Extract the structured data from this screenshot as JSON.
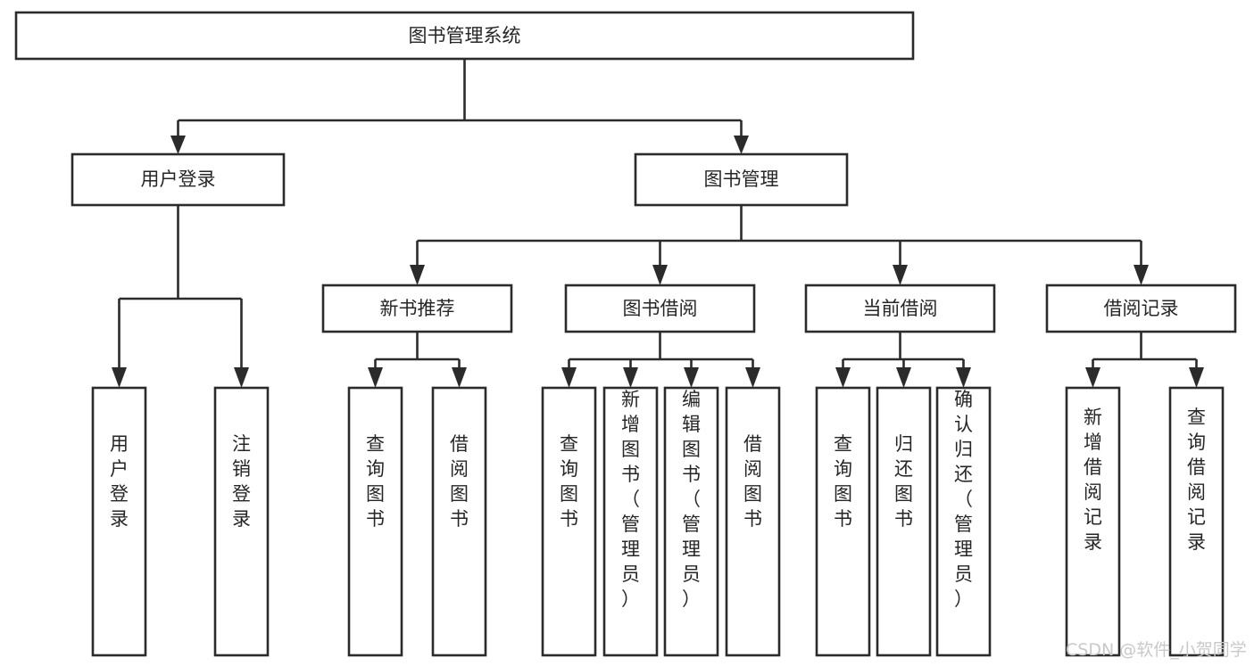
{
  "diagram": {
    "title": "图书管理系统",
    "type": "tree-hierarchy-diagram",
    "colors": {
      "stroke": "#2b2b2b",
      "box_fill": "#ffffff",
      "text": "#262626",
      "background": "#ffffff",
      "watermark": "#c9c9c9"
    },
    "root": {
      "label": "图书管理系统"
    },
    "level2": [
      {
        "label": "用户登录"
      },
      {
        "label": "图书管理"
      }
    ],
    "level3": [
      {
        "label": "新书推荐"
      },
      {
        "label": "图书借阅"
      },
      {
        "label": "当前借阅"
      },
      {
        "label": "借阅记录"
      }
    ],
    "leaves": {
      "user_login": [
        {
          "label": "用户登录"
        },
        {
          "label": "注销登录"
        }
      ],
      "new_book_recommend": [
        {
          "label": "查询图书"
        },
        {
          "label": "借阅图书"
        }
      ],
      "book_borrow": [
        {
          "label": "查询图书"
        },
        {
          "label": "新增图书（管理员）"
        },
        {
          "label": "编辑图书（管理员）"
        },
        {
          "label": "借阅图书"
        }
      ],
      "current_borrow": [
        {
          "label": "查询图书"
        },
        {
          "label": "归还图书"
        },
        {
          "label": "确认归还（管理员）"
        }
      ],
      "borrow_record": [
        {
          "label": "新增借阅记录"
        },
        {
          "label": "查询借阅记录"
        }
      ]
    }
  },
  "watermark": {
    "text": "CSDN @软件_小贺同学"
  }
}
